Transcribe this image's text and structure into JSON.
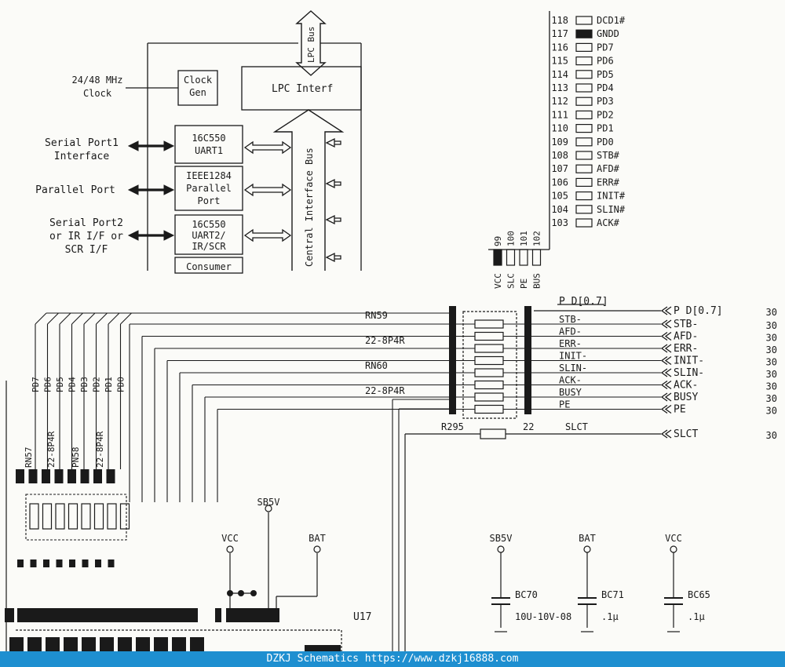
{
  "block_diagram": {
    "clock_source": "24/48 MHz\nClock",
    "clock_gen": "Clock\nGen",
    "lpc_bus": "LPC Bus",
    "lpc_interface": "LPC Interf",
    "serial_port1_label": "Serial Port1\nInterface",
    "uart1": "16C550\nUART1",
    "parallel_port_label": "Parallel Port",
    "parallel_block": "IEEE1284\nParallel\nPort",
    "serial_port2_label": "Serial Port2\nor IR I/F or\nSCR I/F",
    "uart2": "16C550\nUART2/\nIR/SCR",
    "consumer": "Consumer",
    "central_bus": "Central Interface Bus"
  },
  "pins_right": [
    {
      "num": "118",
      "name": "DCD1#",
      "filled": false
    },
    {
      "num": "117",
      "name": "GNDD",
      "filled": true
    },
    {
      "num": "116",
      "name": "PD7",
      "filled": false
    },
    {
      "num": "115",
      "name": "PD6",
      "filled": false
    },
    {
      "num": "114",
      "name": "PD5",
      "filled": false
    },
    {
      "num": "113",
      "name": "PD4",
      "filled": false
    },
    {
      "num": "112",
      "name": "PD3",
      "filled": false
    },
    {
      "num": "111",
      "name": "PD2",
      "filled": false
    },
    {
      "num": "110",
      "name": "PD1",
      "filled": false
    },
    {
      "num": "109",
      "name": "PD0",
      "filled": false
    },
    {
      "num": "108",
      "name": "STB#",
      "filled": false
    },
    {
      "num": "107",
      "name": "AFD#",
      "filled": false
    },
    {
      "num": "106",
      "name": "ERR#",
      "filled": false
    },
    {
      "num": "105",
      "name": "INIT#",
      "filled": false
    },
    {
      "num": "104",
      "name": "SLIN#",
      "filled": false
    },
    {
      "num": "103",
      "name": "ACK#",
      "filled": false
    }
  ],
  "pins_bottom": [
    {
      "num": "99",
      "name": "VCC",
      "filled": true
    },
    {
      "num": "100",
      "name": "SLC",
      "filled": false
    },
    {
      "num": "101",
      "name": "PE",
      "filled": false
    },
    {
      "num": "102",
      "name": "BUS",
      "filled": false
    }
  ],
  "resistor_networks": {
    "rn59": "RN59",
    "rn59_value": "22-8P4R",
    "rn60": "RN60",
    "rn60_value": "22-8P4R",
    "rn57": "RN57",
    "rn57_value": "22-8P4R",
    "rn58": "PN58",
    "rn58_value": "22-8P4R"
  },
  "signals_inner": [
    "P D[0.7]",
    "STB-",
    "AFD-",
    "ERR-",
    "INIT-",
    "SLIN-",
    "ACK-",
    "BUSY",
    "PE"
  ],
  "connectors": [
    {
      "label": "P D[0.7]",
      "page": "30"
    },
    {
      "label": "STB-",
      "page": "30"
    },
    {
      "label": "AFD-",
      "page": "30"
    },
    {
      "label": "ERR-",
      "page": "30"
    },
    {
      "label": "INIT-",
      "page": "30"
    },
    {
      "label": "SLIN-",
      "page": "30"
    },
    {
      "label": "ACK-",
      "page": "30"
    },
    {
      "label": "BUSY",
      "page": "30"
    },
    {
      "label": "PE",
      "page": "30"
    }
  ],
  "slct": {
    "resistor": "R295",
    "value": "22",
    "net": "SLCT",
    "connector": "SLCT",
    "page": "30"
  },
  "pd_vertical": [
    "PD7",
    "PD6",
    "PD5",
    "PD4",
    "PD3",
    "PD2",
    "PD1",
    "PD0"
  ],
  "power": {
    "sb5v_top": "SB5V",
    "vcc_left": "VCC",
    "bat_left": "BAT",
    "u17": "U17"
  },
  "capacitors": [
    {
      "rail": "SB5V",
      "ref": "BC70",
      "value": "10U-10V-08"
    },
    {
      "rail": "BAT",
      "ref": "BC71",
      "value": ".1µ"
    },
    {
      "rail": "VCC",
      "ref": "BC65",
      "value": ".1µ"
    }
  ],
  "footer": {
    "brand": "DZKJ Schematics",
    "url": "https://www.dzkj16888.com"
  }
}
